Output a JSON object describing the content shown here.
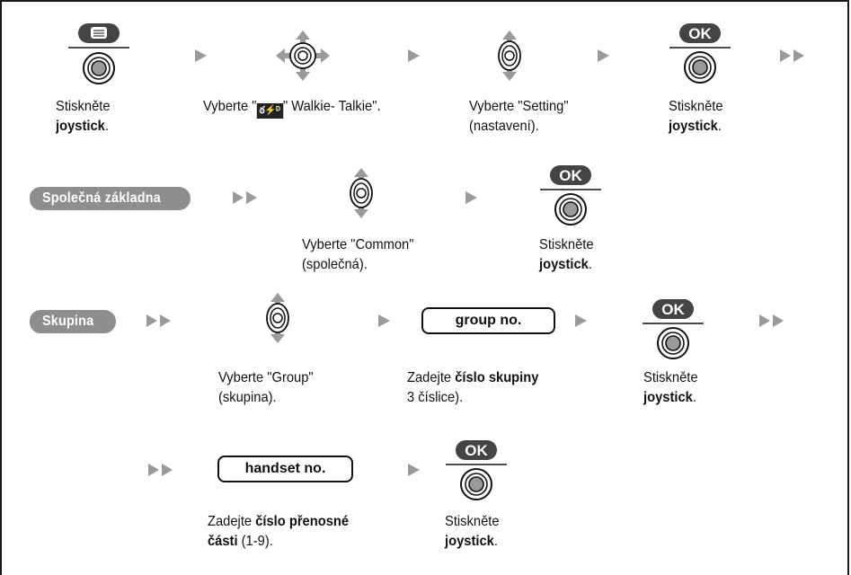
{
  "row1": {
    "step1": {
      "line1": "Stiskněte",
      "bold": "joystick",
      "tail": "."
    },
    "step2": {
      "pre": "Vyberte \"",
      "icon": "walkie-talkie-icon",
      "icon_glyph": "ఠ⚡ᴰ",
      "post": "\" Walkie- Talkie\"."
    },
    "step3": {
      "line1": "Vyberte \"Setting\"",
      "line2": "(nastavení)."
    },
    "step4": {
      "line1": "Stiskněte",
      "bold": "joystick",
      "tail": "."
    },
    "ok": "OK"
  },
  "row2": {
    "label": "Společná základna",
    "step1": {
      "line1": "Vyberte \"Common\"",
      "line2": "(společná)."
    },
    "step2": {
      "line1": "Stiskněte",
      "bold": "joystick",
      "tail": "."
    },
    "ok": "OK"
  },
  "row3": {
    "label": "Skupina",
    "step1": {
      "line1": "Vyberte \"Group\"",
      "line2": "(skupina)."
    },
    "entry": "group  no.",
    "step2": {
      "pre": "Zadejte ",
      "bold": "číslo skupiny",
      "line2": "3 číslice)."
    },
    "step3": {
      "line1": "Stiskněte",
      "bold": "joystick",
      "tail": "."
    },
    "ok": "OK"
  },
  "row4": {
    "entry": "handset  no.",
    "step1": {
      "pre": "Zadejte ",
      "bold1": "číslo přenosné",
      "bold2": "části",
      "tail": " (1-9)."
    },
    "step2": {
      "line1": "Stiskněte",
      "bold": "joystick",
      "tail": "."
    },
    "ok": "OK"
  },
  "colors": {
    "grey": "#8e8e8e",
    "arrow": "#9a9a9a",
    "ink": "#111111"
  }
}
